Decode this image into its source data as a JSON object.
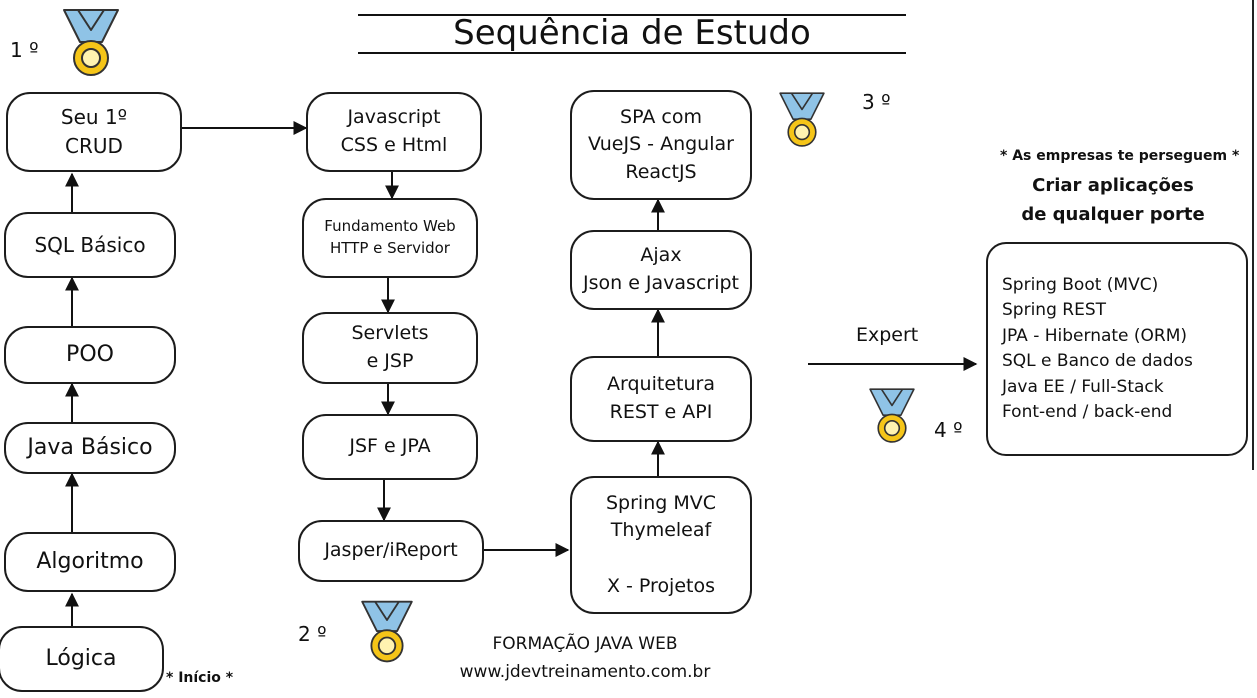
{
  "title": "Sequência de Estudo",
  "badge_color": "#f5c518",
  "ribbon_color": "#8fc3e6",
  "left_column": {
    "logica": "Lógica",
    "algoritmo": "Algoritmo",
    "java_basico": "Java Básico",
    "poo": "POO",
    "sql_basico": "SQL Básico",
    "crud": [
      "Seu 1º",
      "CRUD"
    ],
    "inicio_label": "* Início *"
  },
  "middle_column": {
    "javascript": [
      "Javascript",
      "CSS e Html"
    ],
    "fundamento": [
      "Fundamento Web",
      "HTTP e Servidor"
    ],
    "servlets": [
      "Servlets",
      "e JSP"
    ],
    "jsf": "JSF e JPA",
    "jasper": "Jasper/iReport"
  },
  "right_column": {
    "spring_mvc": [
      "Spring MVC",
      "Thymeleaf",
      "",
      "X - Projetos"
    ],
    "arquitetura": [
      "Arquitetura",
      "REST e API"
    ],
    "ajax": [
      "Ajax",
      "Json e Javascript"
    ],
    "spa": [
      "SPA com",
      "VueJS - Angular",
      "ReactJS"
    ]
  },
  "expert": {
    "arrow_label": "Expert",
    "note": "* As empresas te perseguem *",
    "headline": [
      "Criar aplicações",
      "de qualquer porte"
    ],
    "skills": [
      "Spring Boot (MVC)",
      "Spring REST",
      "JPA - Hibernate (ORM)",
      "SQL e Banco de dados",
      "Java EE / Full-Stack",
      "Font-end / back-end"
    ]
  },
  "ranks": {
    "first": "1 º",
    "second": "2 º",
    "third": "3 º",
    "fourth": "4 º"
  },
  "footer": {
    "course": "FORMAÇÃO JAVA WEB",
    "site": "www.jdevtreinamento.com.br"
  }
}
